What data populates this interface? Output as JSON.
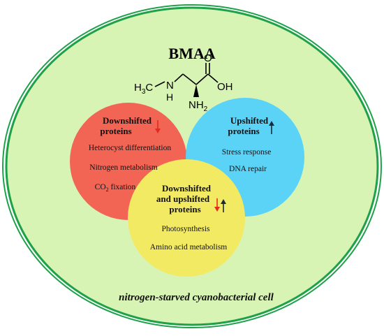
{
  "title": "BMAA",
  "molecule": {
    "h3c": "H",
    "h3c_sub": "3",
    "h3c_c": "C",
    "nh": "N",
    "nh_h": "H",
    "oh": "OH",
    "o": "O",
    "nh2": "NH",
    "nh2_sub": "2"
  },
  "cell_label": "nitrogen-starved cyanobacterial cell",
  "groups": {
    "red": {
      "title_line1": "Downshifted",
      "title_line2": "proteins",
      "items": [
        "Heterocyst differentiation",
        "Nitrogen metabolism",
        "CO",
        "fixation"
      ],
      "co2_sub": "2"
    },
    "blue": {
      "title_line1": "Upshifted",
      "title_line2": "proteins",
      "items": [
        "Stress response",
        "DNA repair"
      ]
    },
    "yellow": {
      "title_line1": "Downshifted",
      "title_line2": "and upshifted",
      "title_line3": "proteins",
      "items": [
        "Photosynthesis",
        "Amino acid metabolism"
      ]
    }
  },
  "colors": {
    "cell_fill": "#d8f4b4",
    "cell_stroke": "#1fa14a",
    "red": "#f26555",
    "blue": "#5bd3f6",
    "yellow": "#f2ea63",
    "arrow_down": "#e22b20",
    "arrow_up": "#1c2a3a"
  }
}
